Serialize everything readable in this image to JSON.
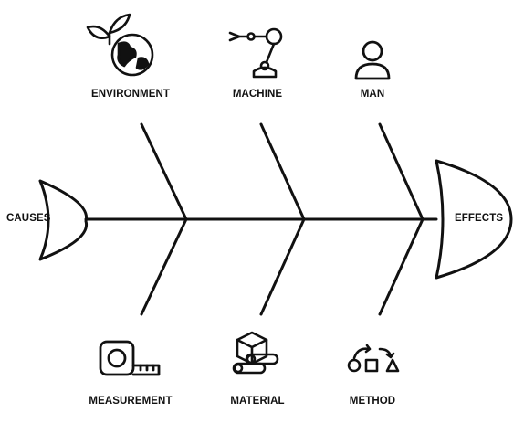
{
  "diagram": {
    "type": "fishbone",
    "head_label": "EFFECTS",
    "tail_label": "CAUSES",
    "causes_top": [
      {
        "label": "ENVIRONMENT",
        "icon": "plant-globe-icon"
      },
      {
        "label": "MACHINE",
        "icon": "robot-arm-icon"
      },
      {
        "label": "MAN",
        "icon": "person-icon"
      }
    ],
    "causes_bottom": [
      {
        "label": "MEASUREMENT",
        "icon": "tape-measure-icon"
      },
      {
        "label": "MATERIAL",
        "icon": "material-box-pipes-icon"
      },
      {
        "label": "METHOD",
        "icon": "shapes-cycle-icon"
      }
    ]
  },
  "colors": {
    "ink": "#111111",
    "background": "#ffffff"
  }
}
